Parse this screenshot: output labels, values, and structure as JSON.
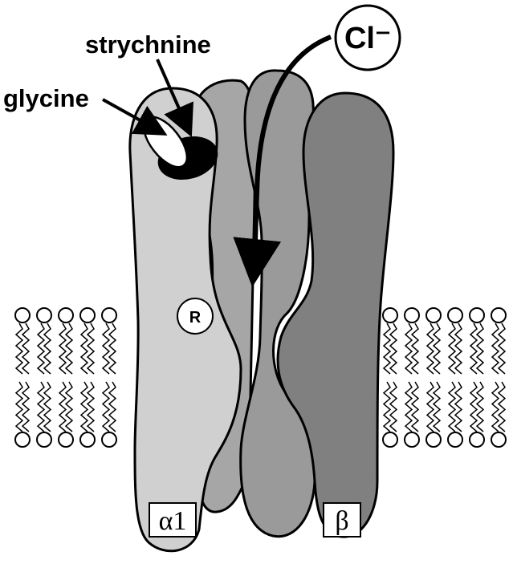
{
  "labels": {
    "strychnine": "strychnine",
    "glycine": "glycine",
    "ion": "Cl⁻",
    "residue": "R",
    "alpha_subunit": "α1",
    "beta_subunit": "β"
  },
  "colors": {
    "alpha_fill": "#d0d0d0",
    "middle_fill": "#9a9a9a",
    "beta_fill": "#808080",
    "strychnine_fill": "#000000",
    "glycine_fill": "#ffffff",
    "outline": "#000000",
    "background": "#ffffff"
  },
  "membrane": {
    "type": "lipid-bilayer"
  }
}
